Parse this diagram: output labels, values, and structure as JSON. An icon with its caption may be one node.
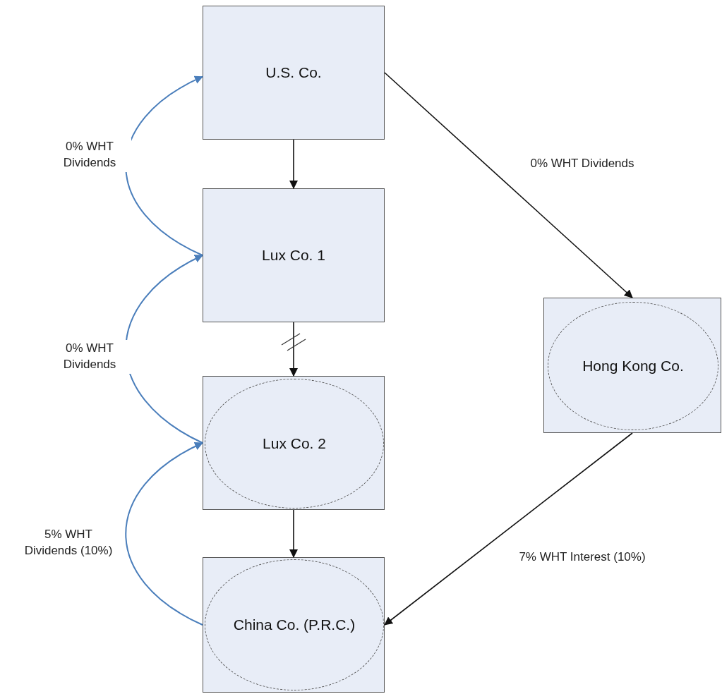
{
  "diagram": {
    "nodes": [
      {
        "text": [
          "U.S. Co."
        ]
      },
      {
        "text": [
          "Lux Co. 1"
        ]
      },
      {
        "text": [],
        "shape": "box"
      },
      {
        "text": [
          "Hong Kong Co."
        ],
        "in": 2
      },
      {
        "text": [],
        "shape": "box"
      },
      {
        "text": [
          "Lux Co. 2"
        ],
        "in": 4
      },
      {
        "text": [],
        "shape": "box"
      },
      {
        "text": [
          "China Co. (P.R.C.)"
        ],
        "in": 6
      }
    ],
    "edges": [
      {
        "from": 0,
        "to": 1,
        "arrow": "to"
      },
      {
        "from": 1,
        "to": 4,
        "arrow": "to"
      },
      {
        "from": 4,
        "to": 6,
        "arrow": "to"
      },
      {
        "from": 0,
        "to": 2,
        "arrow": "to",
        "label": "0% WHT Dividends"
      },
      {
        "from": 2,
        "to": 6,
        "arrow": "to",
        "label": "7% WHT Interest (10%)"
      },
      {
        "from": 1,
        "to": 0,
        "arrow": "to",
        "label": "0% WHT Dividends",
        "color": "#4a7ebb"
      },
      {
        "from": 4,
        "to": 1,
        "arrow": "to",
        "label": "0% WHT Dividends",
        "color": "#4a7ebb"
      },
      {
        "from": 6,
        "to": 4,
        "arrow": "to",
        "label": "5% WHT Dividends (10%)",
        "color": "#4a7ebb"
      }
    ]
  }
}
